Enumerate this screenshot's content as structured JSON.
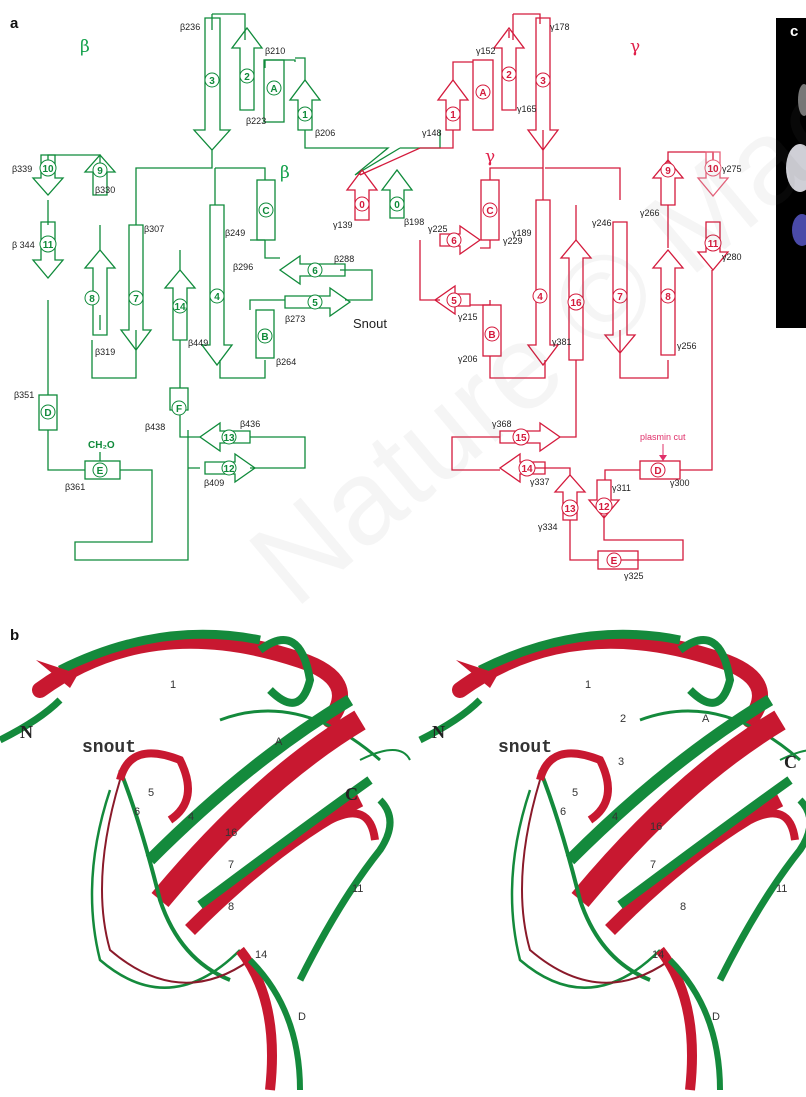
{
  "panels": {
    "a": "a",
    "b": "b",
    "c": "c"
  },
  "chains": {
    "beta": "β",
    "gamma": "γ"
  },
  "labels": {
    "snout": "Snout",
    "plasmin_cut": "plasmin cut",
    "ch2o": "CH₂O"
  },
  "beta_residues": [
    "β236",
    "β210",
    "β223",
    "β206",
    "β339",
    "β330",
    "β 344",
    "β307",
    "β249",
    "β296",
    "β288",
    "β273",
    "β319",
    "β449",
    "β264",
    "β351",
    "β438",
    "β436",
    "β361",
    "β409",
    "β198"
  ],
  "gamma_residues": [
    "γ178",
    "γ152",
    "γ165",
    "γ148",
    "γ139",
    "γ275",
    "γ225",
    "γ229",
    "γ189",
    "γ246",
    "γ266",
    "γ280",
    "γ215",
    "γ206",
    "γ381",
    "γ256",
    "γ368",
    "γ337",
    "γ300",
    "γ311",
    "γ334",
    "γ325"
  ],
  "beta_elements": [
    "3",
    "2",
    "A",
    "1",
    "0",
    "10",
    "9",
    "11",
    "8",
    "7",
    "14",
    "4",
    "C",
    "6",
    "5",
    "B",
    "D",
    "F",
    "E",
    "13",
    "12"
  ],
  "gamma_elements": [
    "1",
    "A",
    "2",
    "3",
    "0",
    "C",
    "6",
    "5",
    "B",
    "4",
    "16",
    "7",
    "8",
    "9",
    "10",
    "11",
    "15",
    "14",
    "13",
    "12",
    "D",
    "E"
  ],
  "stereo": {
    "n": "N",
    "c": "C",
    "snout": "snout",
    "labels": [
      "1",
      "2",
      "A",
      "3",
      "5",
      "6",
      "4",
      "16",
      "7",
      "8",
      "11",
      "14",
      "D"
    ]
  },
  "watermark": "Nature © Macmillan",
  "colors": {
    "beta": "#0f8a3a",
    "gamma": "#d41a3c",
    "accent_bright_green": "#12a04a"
  }
}
